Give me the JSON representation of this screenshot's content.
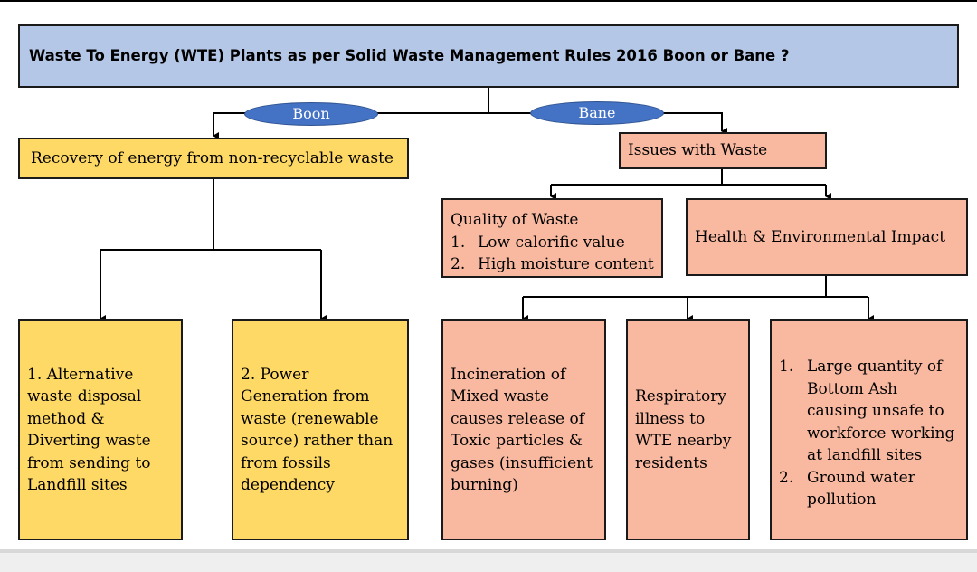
{
  "title": "Waste To Energy (WTE) Plants as per Solid Waste Management Rules 2016 Boon or Bane ?",
  "labels": {
    "boon": "Boon",
    "bane": "Bane"
  },
  "boon": {
    "heading": "Recovery of energy from non-recyclable waste",
    "items": [
      "1. Alternative waste disposal method & Diverting waste from sending to Landfill sites",
      "2. Power Generation from waste (renewable source) rather than from fossils dependency"
    ]
  },
  "bane": {
    "heading": "Issues with Waste",
    "quality": {
      "title": "Quality of Waste",
      "items": [
        {
          "num": "1.",
          "text": "Low calorific value"
        },
        {
          "num": "2.",
          "text": "High moisture content"
        }
      ]
    },
    "health": {
      "title": "Health & Environmental Impact",
      "impacts": [
        "Incineration of Mixed waste causes release of Toxic particles & gases (insufficient burning)",
        "Respiratory illness to WTE  nearby residents"
      ],
      "landfill": [
        {
          "num": "1.",
          "text": "Large quantity of Bottom Ash causing unsafe to workforce working at landfill sites"
        },
        {
          "num": "2.",
          "text": "Ground water pollution"
        }
      ]
    }
  },
  "colors": {
    "title_bg": "#b4c7e7",
    "boon_bg": "#ffd966",
    "bane_bg": "#f8b9a0",
    "ellipse": "#4472c4"
  }
}
